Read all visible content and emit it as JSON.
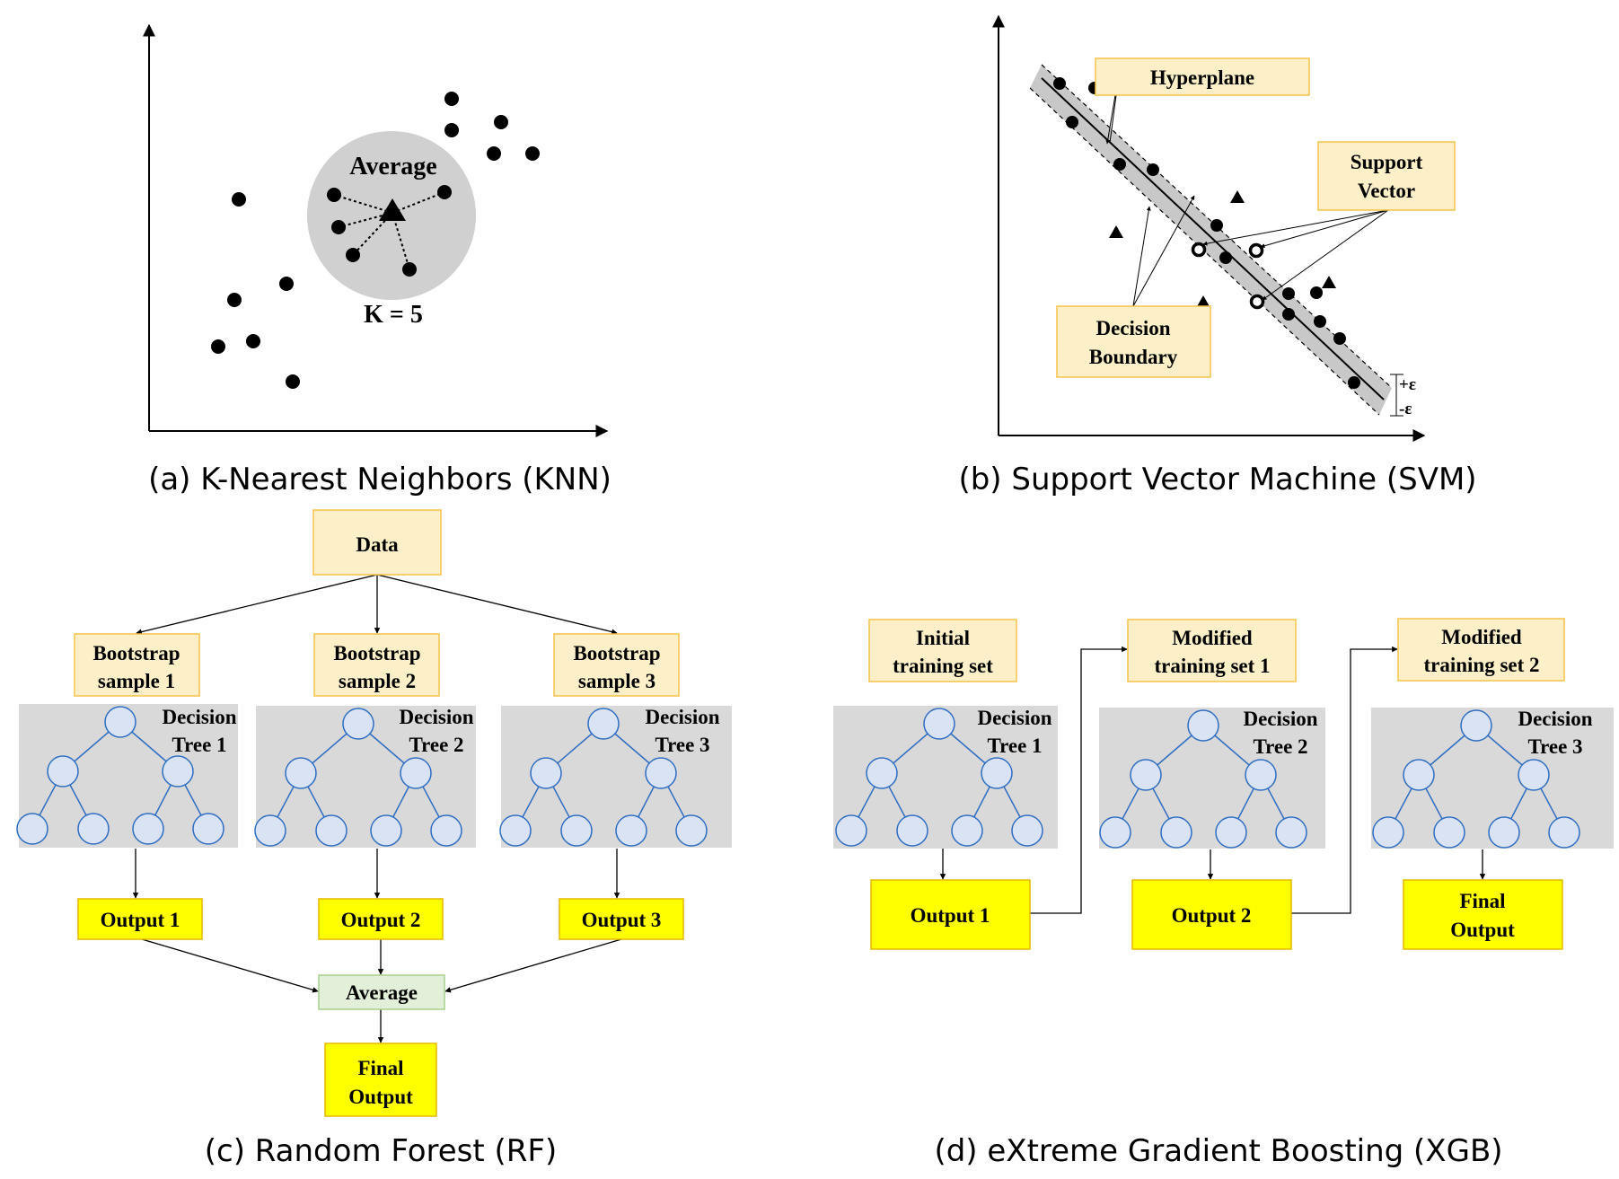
{
  "colors": {
    "label_fill": "#fdf0c8",
    "label_stroke": "#f5c24a",
    "output_fill": "#ffff00",
    "output_stroke": "#e6b800",
    "average_fill": "#e2efd9",
    "average_stroke": "#a8d08d",
    "tree_panel": "#d9d9d9",
    "node_fill": "#dae3f3",
    "node_stroke": "#2f6ec2",
    "circle_gray": "#d0d0d0",
    "band_gray": "#c8c8c8",
    "ink": "#000000"
  },
  "knn": {
    "caption": "(a) K-Nearest Neighbors (KNN)",
    "average_label": "Average",
    "k_label": "K = 5"
  },
  "svm": {
    "caption": "(b) Support Vector Machine (SVM)",
    "hyperplane_label": "Hyperplane",
    "support_vector_label": [
      "Support",
      "Vector"
    ],
    "decision_boundary_label": [
      "Decision",
      "Boundary"
    ],
    "plus_eps": "+ε",
    "minus_eps": "-ε"
  },
  "rf": {
    "caption": "(c) Random Forest (RF)",
    "data_label": "Data",
    "samples": [
      [
        "Bootstrap",
        "sample 1"
      ],
      [
        "Bootstrap",
        "sample 2"
      ],
      [
        "Bootstrap",
        "sample 3"
      ]
    ],
    "trees": [
      [
        "Decision",
        "Tree 1"
      ],
      [
        "Decision",
        "Tree 2"
      ],
      [
        "Decision",
        "Tree 3"
      ]
    ],
    "outputs": [
      "Output 1",
      "Output 2",
      "Output 3"
    ],
    "average_label": "Average",
    "final_label": [
      "Final",
      "Output"
    ]
  },
  "xgb": {
    "caption": "(d) eXtreme Gradient Boosting (XGB)",
    "sets": [
      [
        "Initial",
        "training set"
      ],
      [
        "Modified",
        "training set 1"
      ],
      [
        "Modified",
        "training set 2"
      ]
    ],
    "trees": [
      [
        "Decision",
        "Tree 1"
      ],
      [
        "Decision",
        "Tree 2"
      ],
      [
        "Decision",
        "Tree 3"
      ]
    ],
    "outputs": [
      [
        "Output 1"
      ],
      [
        "Output 2"
      ],
      [
        "Final",
        "Output"
      ]
    ]
  }
}
